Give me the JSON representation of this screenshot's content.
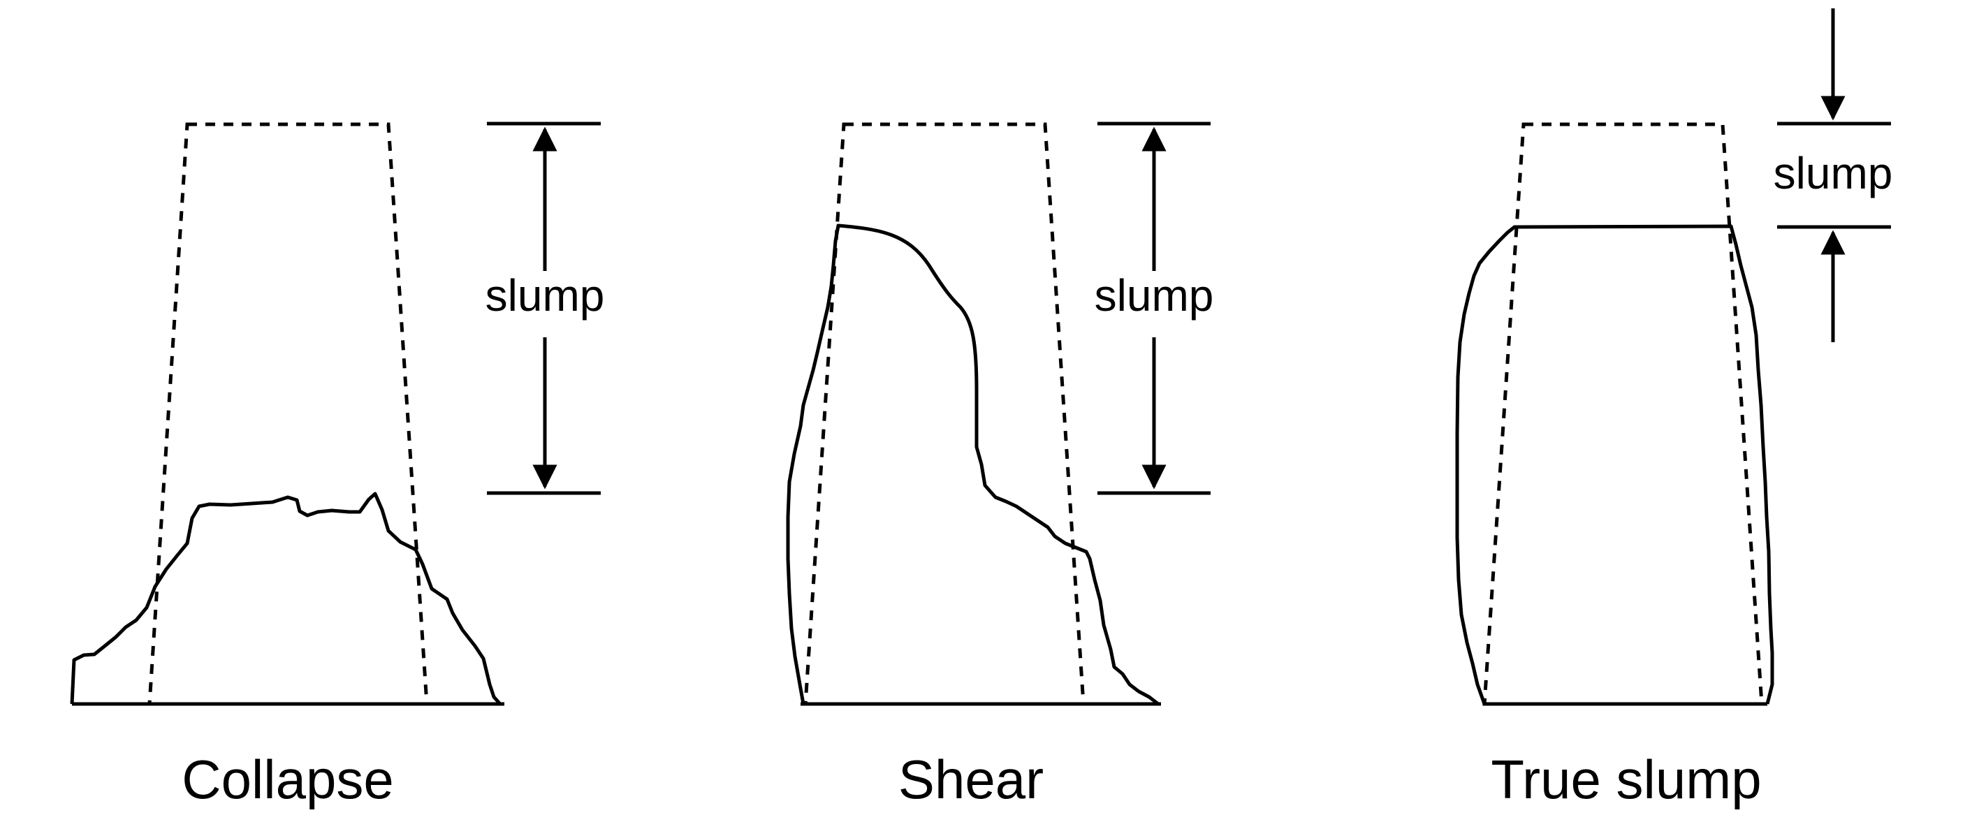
{
  "panels": [
    {
      "id": "collapse",
      "caption": "Collapse",
      "dimension_label": "slump"
    },
    {
      "id": "shear",
      "caption": "Shear",
      "dimension_label": "slump"
    },
    {
      "id": "true-slump",
      "caption": "True slump",
      "dimension_label": "slump"
    }
  ],
  "colors": {
    "stroke": "#000000",
    "background": "#ffffff"
  }
}
